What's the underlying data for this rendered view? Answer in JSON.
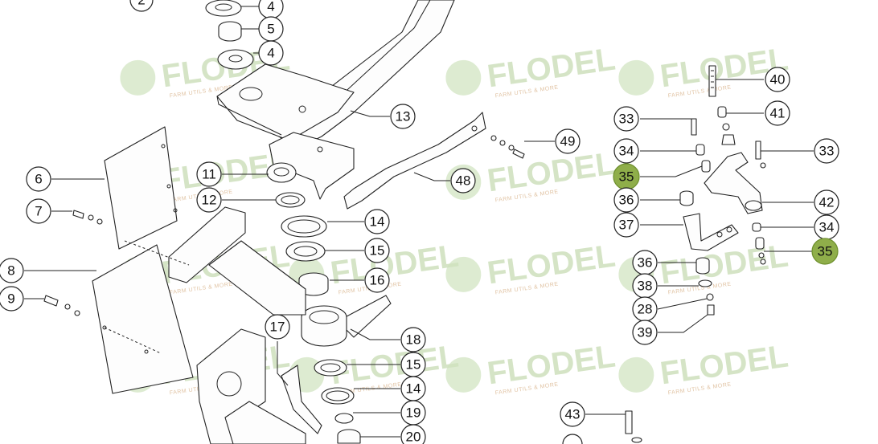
{
  "watermark": {
    "brand": "FLODEL",
    "tagline": "FARM UTILS & MORE"
  },
  "callouts": {
    "c2": "2",
    "c4a": "4",
    "c5": "5",
    "c4b": "4",
    "c13": "13",
    "c49": "49",
    "c48": "48",
    "c6": "6",
    "c7": "7",
    "c11": "11",
    "c12": "12",
    "c14a": "14",
    "c15a": "15",
    "c16": "16",
    "c8": "8",
    "c9": "9",
    "c17": "17",
    "c18": "18",
    "c15b": "15",
    "c14b": "14",
    "c19": "19",
    "c20": "20",
    "c40": "40",
    "c41": "41",
    "c33a": "33",
    "c34a": "34",
    "c33b": "33",
    "c35a": "35",
    "c36a": "36",
    "c42": "42",
    "c37": "37",
    "c34b": "34",
    "c35b": "35",
    "c36b": "36",
    "c38": "38",
    "c28": "28",
    "c39": "39",
    "c43": "43"
  },
  "highlight_color": "#8fae4a"
}
